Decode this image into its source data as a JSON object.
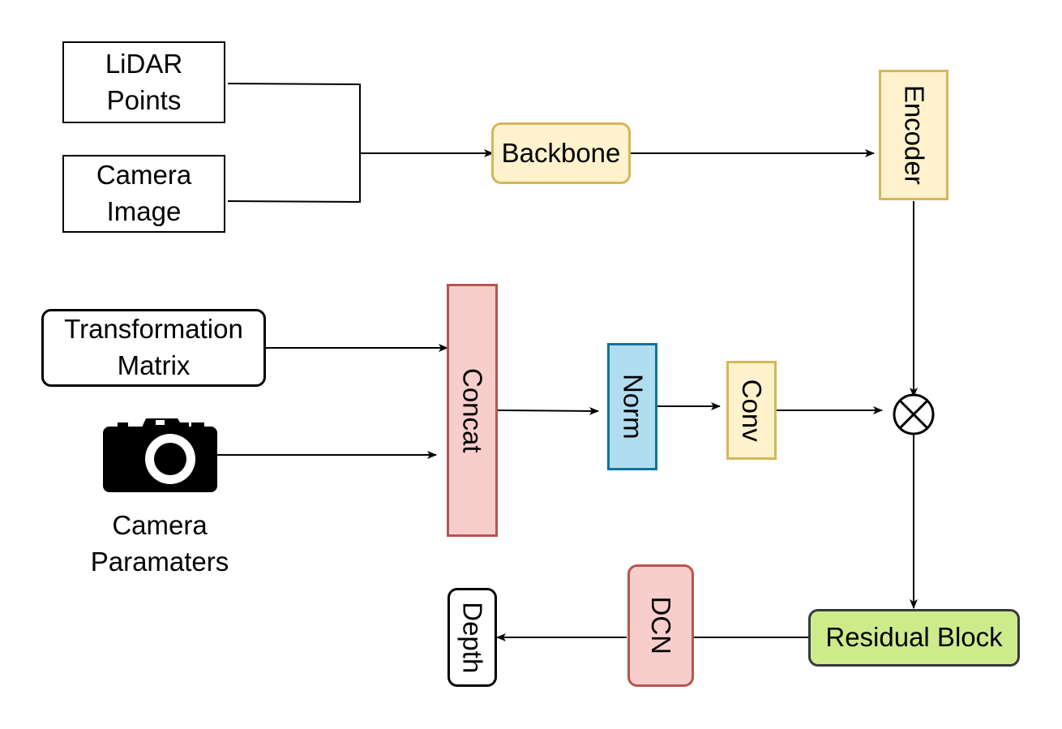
{
  "nodes": {
    "lidar": "LiDAR\nPoints",
    "camera_image": "Camera\nImage",
    "backbone": "Backbone",
    "encoder": "Encoder",
    "transformation": "Transformation\nMatrix",
    "concat": "Concat",
    "norm": "Norm",
    "conv": "Conv",
    "camera_params": "Camera\nParamaters",
    "residual": "Residual Block",
    "dcn": "DCN",
    "depth": "Depth"
  },
  "icons": {
    "camera": "camera-icon",
    "multiply": "circled-times-icon"
  },
  "colors": {
    "yellow_fill": "#fff2cc",
    "yellow_stroke": "#d6b656",
    "red_fill": "#f8cecc",
    "red_stroke": "#b85450",
    "blue_fill": "#b1ddf0",
    "blue_stroke": "#10739e",
    "green_fill": "#cdeb8b",
    "green_stroke": "#36393d"
  }
}
